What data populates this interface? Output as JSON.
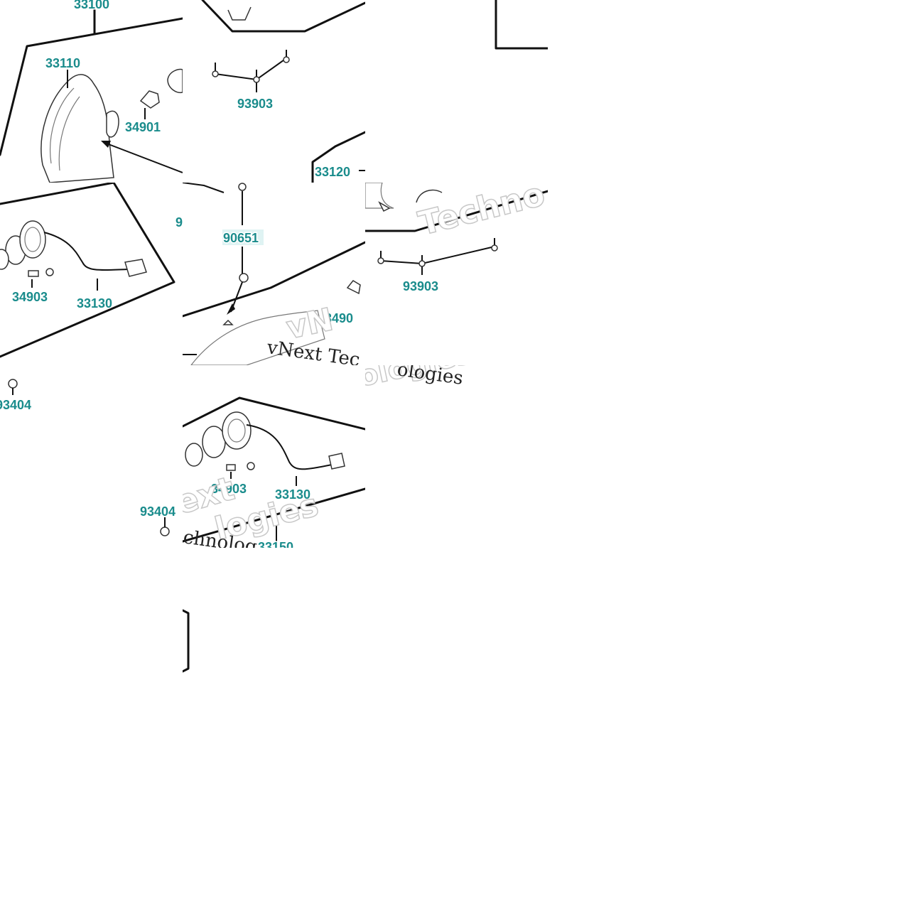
{
  "diagram": {
    "part_numbers": {
      "p33100": "33100",
      "p33110": "33110",
      "p34901": "34901",
      "p93903": "93903",
      "p33120": "33120",
      "p90651": "90651",
      "p34903": "34903",
      "p33130": "33130",
      "p93404": "93404",
      "p34901_partial": "3490",
      "p9_partial": "9",
      "p33150_partial": "33150"
    },
    "watermark": {
      "brand_fragment_1": "Techno",
      "brand_fragment_2": "vNext Tec",
      "brand_fragment_3": "ologies",
      "brand_fragment_4": "ext",
      "brand_fragment_5": "logies",
      "brand_fragment_6": "chnolog",
      "brand_fragment_7": "vN"
    }
  }
}
